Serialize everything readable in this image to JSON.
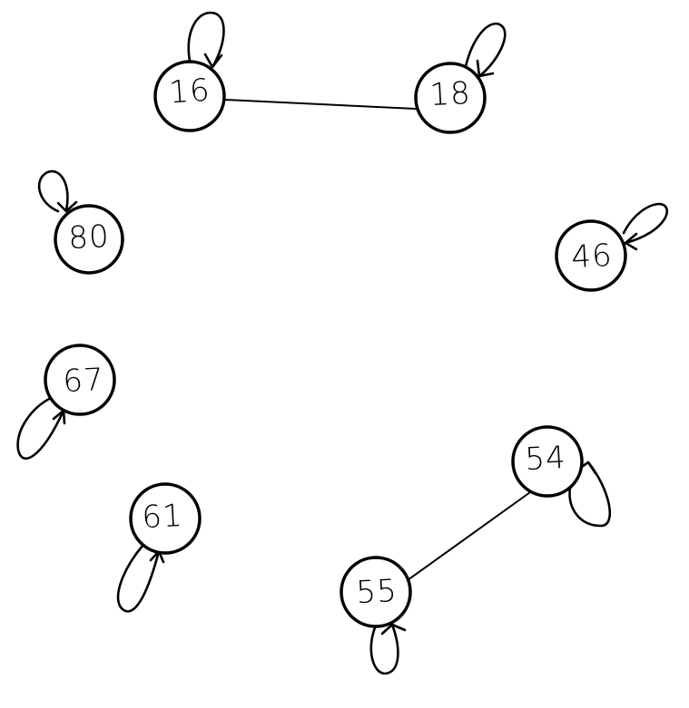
{
  "colors": {
    "ink": "#000000",
    "background": "#ffffff"
  },
  "nodes": [
    {
      "id": "16",
      "label": "16"
    },
    {
      "id": "18",
      "label": "18"
    },
    {
      "id": "80",
      "label": "80"
    },
    {
      "id": "46",
      "label": "46"
    },
    {
      "id": "67",
      "label": "67"
    },
    {
      "id": "54",
      "label": "54"
    },
    {
      "id": "61",
      "label": "61"
    },
    {
      "id": "55",
      "label": "55"
    }
  ],
  "edges": [
    {
      "from": "16",
      "to": "18"
    },
    {
      "from": "54",
      "to": "55"
    }
  ],
  "self_loops": [
    "16",
    "18",
    "80",
    "46",
    "67",
    "54",
    "61",
    "55"
  ]
}
